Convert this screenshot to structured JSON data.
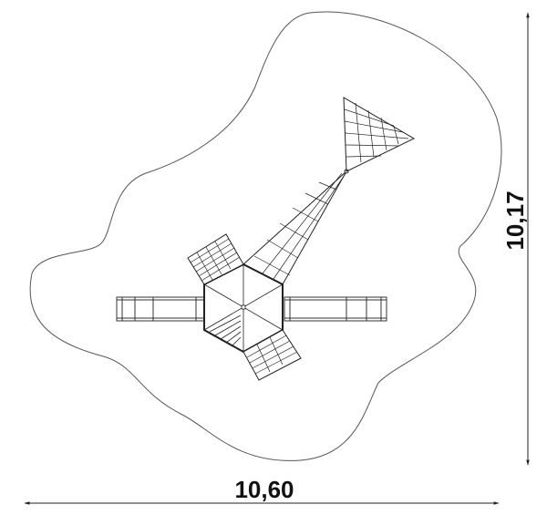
{
  "drawing": {
    "type": "plan-view",
    "subject": "playground structure with hexagonal tower, two slides/bridges, two climbing nets and two ramps",
    "dimensions": {
      "width_label": "10,60",
      "height_label": "10,17"
    },
    "colors": {
      "line": "#222222",
      "outline": "#555555",
      "background": "#ffffff"
    }
  }
}
